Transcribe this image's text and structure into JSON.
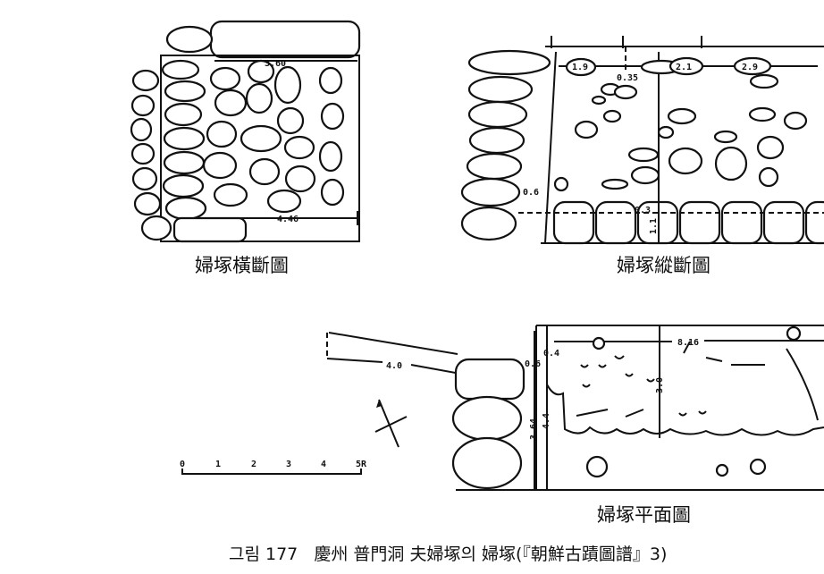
{
  "figure": {
    "caption": "그림 177   慶州 普門洞 夫婦塚의 婦塚(『朝鮮古蹟圖譜』3)"
  },
  "cross_section": {
    "title": "婦塚橫斷圖",
    "dims": [
      "3.60",
      "4.46"
    ]
  },
  "longitudinal_section": {
    "title": "婦塚縱斷圖",
    "dims": [
      "1.9",
      "0.35",
      "2.1",
      "2.9",
      "0.6",
      "0.3",
      "1.1"
    ]
  },
  "plan": {
    "title": "婦塚平面圖",
    "dims": [
      "4.0",
      "0.4",
      "0.6",
      "8.16",
      "3.0",
      "3.64",
      "4.4"
    ]
  },
  "scale_bar": {
    "ticks": [
      "0",
      "1",
      "2",
      "3",
      "4",
      "5R"
    ]
  }
}
